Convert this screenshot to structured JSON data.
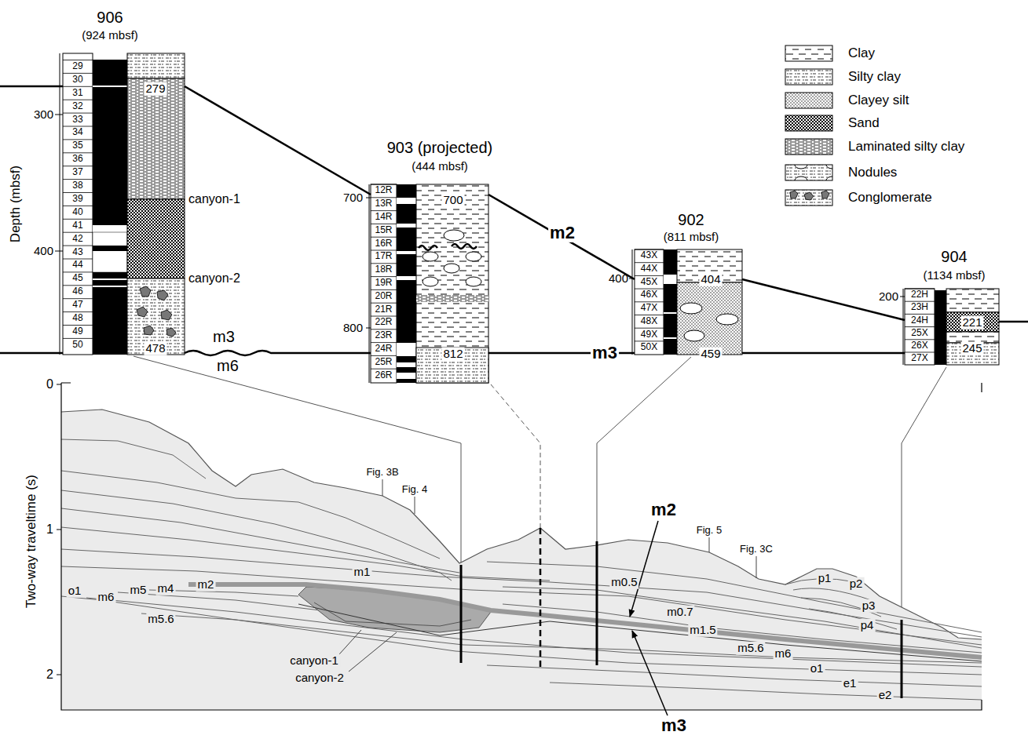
{
  "diagram": {
    "nodes": [
      {
        "text": [
          "906",
          "(924 mbsf)"
        ]
      },
      {
        "text": [
          "903 (projected)",
          "(444 mbsf)"
        ]
      },
      {
        "text": [
          "902",
          "(811 mbsf)"
        ]
      },
      {
        "text": [
          "904",
          "(1134 mbsf)"
        ]
      }
    ],
    "edges": [
      {
        "from": 0,
        "to": 1,
        "arrow": "none"
      },
      {
        "from": 1,
        "to": 2,
        "label": "m2",
        "arrow": "none"
      },
      {
        "from": 2,
        "to": 3,
        "arrow": "none"
      },
      {
        "from": 0,
        "to": 1,
        "arrow": "none"
      },
      {
        "from": 1,
        "to": 2,
        "label": "m3",
        "arrow": "none"
      },
      {
        "from": 2,
        "to": 3,
        "arrow": "none"
      }
    ],
    "labels": [
      "29",
      "30",
      "31",
      "32",
      "33",
      "34",
      "35",
      "36",
      "37",
      "38",
      "39",
      "40",
      "41",
      "42",
      "43",
      "44",
      "45",
      "46",
      "47",
      "48",
      "49",
      "50",
      "12R",
      "13R",
      "14R",
      "15R",
      "16R",
      "17R",
      "18R",
      "19R",
      "20R",
      "21R",
      "22R",
      "23R",
      "24R",
      "25R",
      "26R",
      "43X",
      "44X",
      "45X",
      "46X",
      "47X",
      "48X",
      "49X",
      "50X",
      "22H",
      "23H",
      "24H",
      "25X",
      "26X",
      "27X",
      "Depth (mbsf)",
      "300",
      "400",
      "279",
      "canyon-1",
      "canyon-2",
      "478",
      "m3",
      "m6",
      "700",
      "800",
      "700",
      "812",
      "400",
      "404",
      "459",
      "200",
      "221",
      "245",
      "Two-way traveltime (s)",
      "0",
      "1",
      "2",
      "Fig. 3B",
      "Fig. 4",
      "Fig. 5",
      "Fig. 3C",
      "m1",
      "o1",
      "m6",
      "m5",
      "m4",
      "m2",
      "m5.6",
      "canyon-1",
      "canyon-2",
      "m0.5",
      "m0.7",
      "m1.5",
      "m2",
      "m3",
      "m5.6",
      "m6",
      "o1",
      "e1",
      "e2",
      "p1",
      "p2",
      "p3",
      "p4"
    ],
    "legend": [
      {
        "text": "Clay"
      },
      {
        "text": "Silty clay"
      },
      {
        "text": "Clayey silt"
      },
      {
        "text": "Sand"
      },
      {
        "text": "Laminated silty clay"
      },
      {
        "text": "Nodules"
      },
      {
        "text": "Conglomerate"
      }
    ]
  }
}
